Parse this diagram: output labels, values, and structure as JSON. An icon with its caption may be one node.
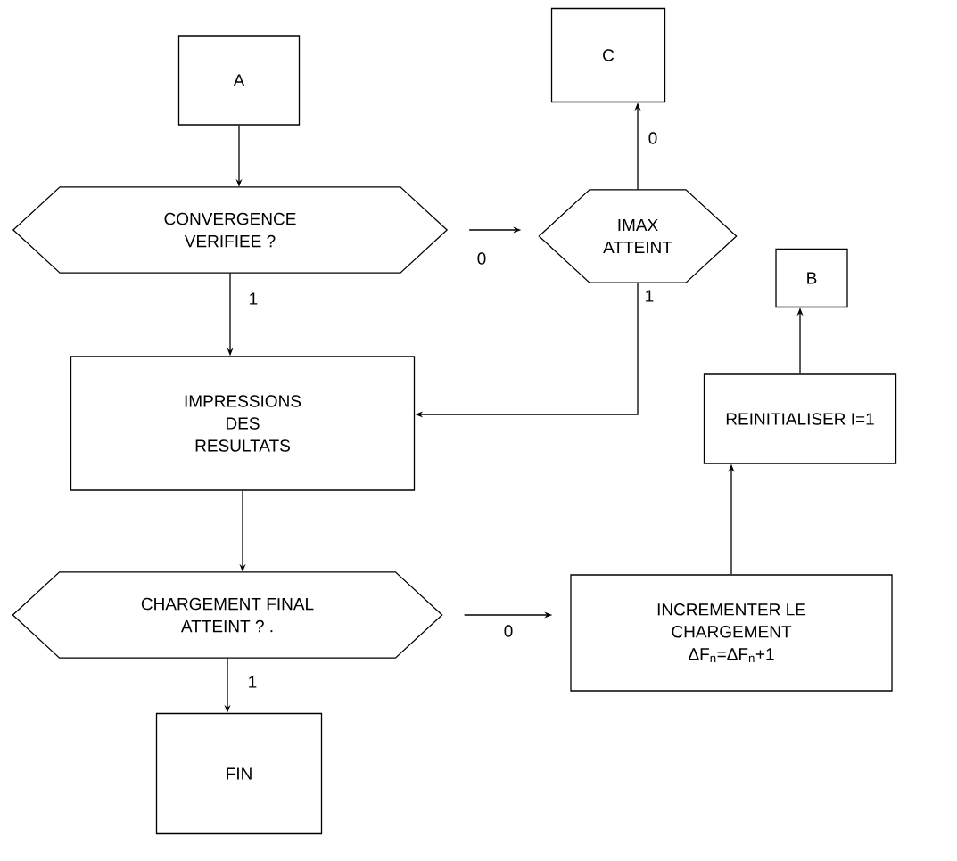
{
  "diagram": {
    "nodes": [
      {
        "text": [
          "A"
        ]
      },
      {
        "text": [
          "CONVERGENCE VERIFIEE ?"
        ]
      },
      {
        "text": [
          "C"
        ]
      },
      {
        "text": [
          "IMAX ATTEINT"
        ]
      },
      {
        "text": [
          "IMPRESSIONS DES RESULTATS"
        ]
      },
      {
        "text": [
          "B"
        ]
      },
      {
        "text": [
          "REINITIALISER I=1"
        ]
      },
      {
        "text": [
          "CHARGEMENT FINAL ATTEINT ? ."
        ]
      },
      {
        "text": [
          "INCREMENTER LE CHARGEMENT ΔF$_{n}$=ΔF$_{n}$+1"
        ]
      },
      {
        "text": [
          "FIN"
        ]
      }
    ],
    "edges": [
      {
        "from": 0,
        "to": 1,
        "arrow": "to"
      },
      {
        "from": 1,
        "to": 3,
        "arrow": "to",
        "label": "0"
      },
      {
        "from": 3,
        "to": 2,
        "arrow": "to",
        "label": "0"
      },
      {
        "from": 1,
        "to": 4,
        "arrow": "to",
        "label": "1"
      },
      {
        "from": 3,
        "to": 4,
        "arrow": "to",
        "label": "1"
      },
      {
        "from": 4,
        "to": 7,
        "arrow": "to"
      },
      {
        "from": 7,
        "to": 8,
        "arrow": "to",
        "label": "0"
      },
      {
        "from": 8,
        "to": 6,
        "arrow": "to"
      },
      {
        "from": 6,
        "to": 5,
        "arrow": "to"
      },
      {
        "from": 7,
        "to": 9,
        "arrow": "to",
        "label": "1"
      }
    ]
  }
}
